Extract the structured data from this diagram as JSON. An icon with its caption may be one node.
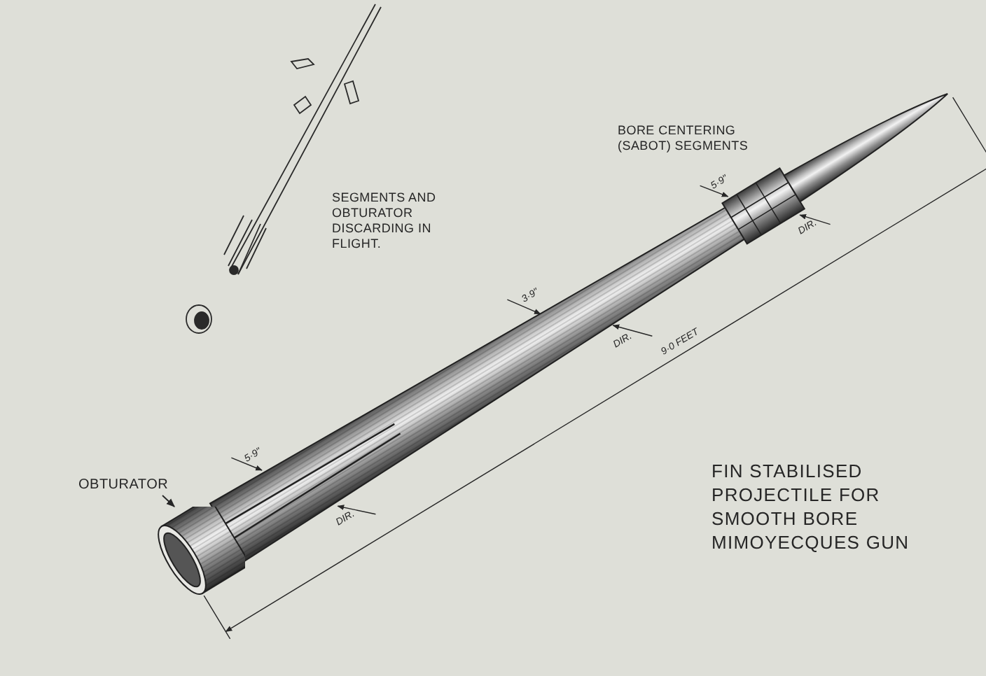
{
  "diagram": {
    "title": "FIN STABILISED PROJECTILE FOR SMOOTH BORE MIMOYECQUES GUN",
    "nodes": [
      {
        "text": [
          "OBTURATOR"
        ]
      },
      {
        "text": [],
        "shape": "picture"
      }
    ],
    "edges": [
      {
        "from": 0,
        "to": 1,
        "arrow": "to"
      }
    ],
    "labels": [
      "SEGMENTS AND OBTURATOR DISCARDING IN FLIGHT.",
      "BORE CENTERING (SABOT) SEGMENTS",
      "5·9\"",
      "DIR.",
      "3·9\"",
      "DIR.",
      "9·0 FEET",
      "5·9\"",
      "DIR."
    ]
  }
}
